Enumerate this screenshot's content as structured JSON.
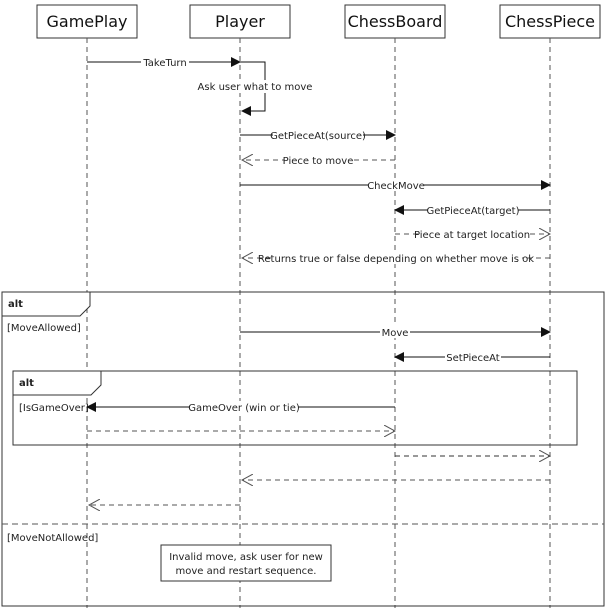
{
  "participants": [
    "GamePlay",
    "Player",
    "ChessBoard",
    "ChessPiece"
  ],
  "messages": {
    "take_turn": "TakeTurn",
    "ask_user": "Ask user what to move",
    "get_piece_source": "GetPieceAt(source)",
    "piece_to_move": "Piece to move",
    "check_move": "CheckMove",
    "get_piece_target": "GetPieceAt(target)",
    "piece_at_target": "Piece at target location",
    "returns": "Returns true or false depending on whether move is ok",
    "move": "Move",
    "set_piece_at": "SetPieceAt",
    "game_over": "GameOver (win or tie)"
  },
  "fragments": {
    "outer_alt": "alt",
    "inner_alt": "alt",
    "guard_move_allowed": "[MoveAllowed]",
    "guard_is_game_over": "[IsGameOver]",
    "guard_move_not_allowed": "[MoveNotAllowed]"
  },
  "note": {
    "line1": "Invalid move, ask user for new",
    "line2": "move and restart sequence."
  }
}
